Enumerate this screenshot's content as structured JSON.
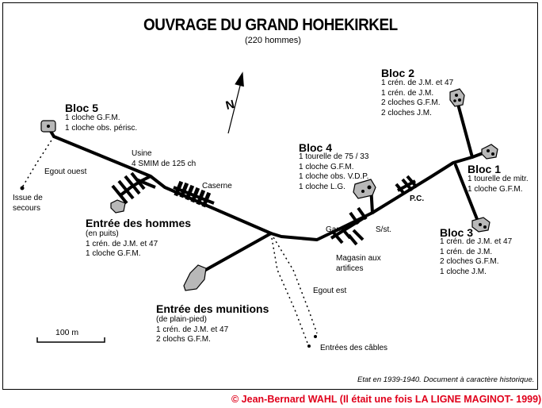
{
  "title": "OUVRAGE DU GRAND HOHEKIRKEL",
  "subtitle": "(220 hommes)",
  "north": "N",
  "blocs": {
    "bloc5": {
      "name": "Bloc 5",
      "items": [
        "1 cloche G.F.M.",
        "1 cloche obs. périsc."
      ]
    },
    "bloc4": {
      "name": "Bloc 4",
      "items": [
        "1 tourelle de 75 /  33",
        "1 cloche G.F.M.",
        "1 cloche obs. V.D.P.",
        "1 cloche L.G."
      ]
    },
    "bloc2": {
      "name": "Bloc 2",
      "items": [
        "1 crén. de J.M. et 47",
        "1 crén. de J.M.",
        "2 cloches G.F.M.",
        "2 cloches J.M."
      ]
    },
    "bloc1": {
      "name": "Bloc 1",
      "items": [
        "1 tourelle de mitr.",
        "1 cloche G.F.M."
      ]
    },
    "bloc3": {
      "name": "Bloc 3",
      "items": [
        "1 crén. de J.M. et 47",
        "1 crén. de J.M.",
        "2 cloches G.F.M.",
        "1 cloche J.M."
      ]
    }
  },
  "entrees": {
    "hommes": {
      "name": "Entrée des hommes",
      "items": [
        "(en puits)",
        "1 crén. de J.M. et 47",
        "1 cloche G.F.M."
      ]
    },
    "munitions": {
      "name": "Entrée des munitions",
      "items": [
        "(de plain-pied)",
        "1 crén. de J.M. et 47",
        "2 clochs G.F.M."
      ]
    }
  },
  "labels": {
    "usine": [
      "Usine",
      "4 SMIM de 125 ch"
    ],
    "caserne": "Caserne",
    "egout_ouest": "Egout ouest",
    "issue": [
      "Issue de",
      "secours"
    ],
    "gare": "Gare",
    "sst": "S/st.",
    "magasin": [
      "Magasin aux",
      "artifices"
    ],
    "pc": "P.C.",
    "egout_est": "Egout est",
    "cables": "Entrées des câbles"
  },
  "scale": "100 m",
  "note": "Etat en 1939-1940. Document à caractère historique.",
  "copyright": "© Jean-Bernard WAHL (Il était une fois LA LIGNE MAGINOT- 1999)"
}
